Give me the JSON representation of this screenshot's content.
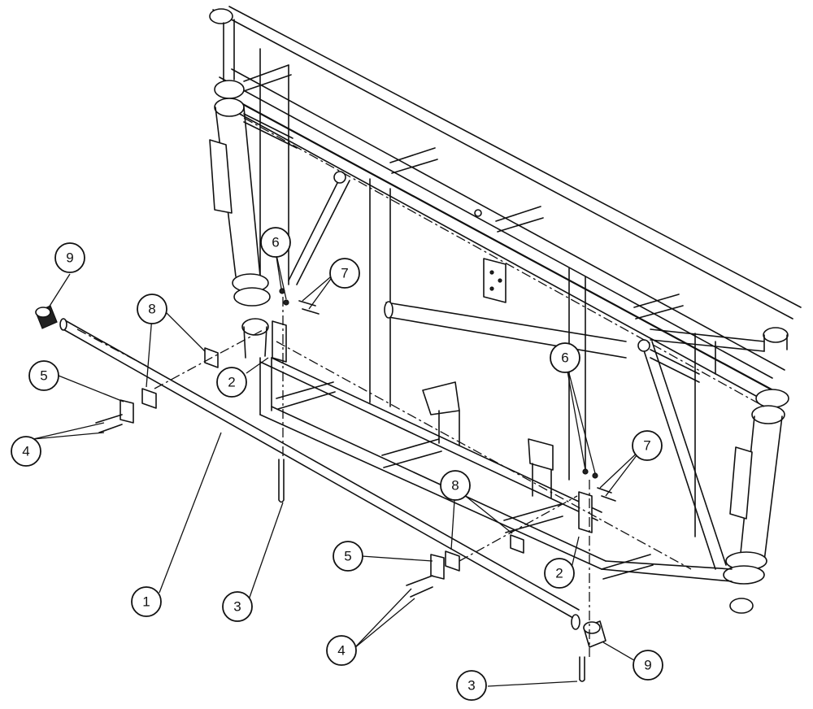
{
  "diagram": {
    "callouts": [
      {
        "id": "c9a",
        "label": "9"
      },
      {
        "id": "c8a",
        "label": "8"
      },
      {
        "id": "c6a",
        "label": "6"
      },
      {
        "id": "c7a",
        "label": "7"
      },
      {
        "id": "c5a",
        "label": "5"
      },
      {
        "id": "c2a",
        "label": "2"
      },
      {
        "id": "c4a",
        "label": "4"
      },
      {
        "id": "c1",
        "label": "1"
      },
      {
        "id": "c3a",
        "label": "3"
      },
      {
        "id": "c6b",
        "label": "6"
      },
      {
        "id": "c7b",
        "label": "7"
      },
      {
        "id": "c8b",
        "label": "8"
      },
      {
        "id": "c5b",
        "label": "5"
      },
      {
        "id": "c2b",
        "label": "2"
      },
      {
        "id": "c4b",
        "label": "4"
      },
      {
        "id": "c9b",
        "label": "9"
      },
      {
        "id": "c3b",
        "label": "3"
      }
    ]
  }
}
